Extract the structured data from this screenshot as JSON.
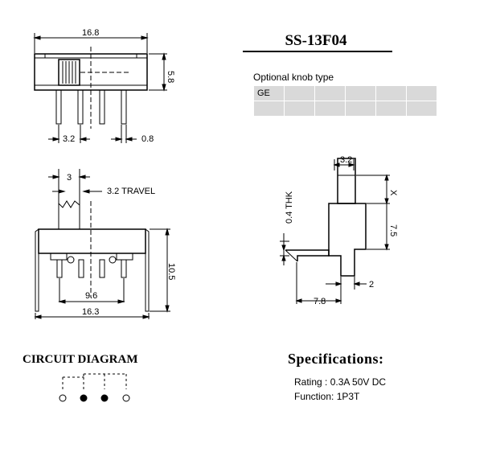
{
  "model": "SS-13F04",
  "knob": {
    "label": "Optional knob type",
    "cells": [
      "GE",
      "",
      "",
      "",
      "",
      ""
    ]
  },
  "top_view": {
    "width_dim": "16.8",
    "height_dim": "5.8",
    "pitch_dim": "3.2",
    "pin_width_dim": "0.8"
  },
  "front_view": {
    "knob_width_dim": "3",
    "travel_dim": "3.2 TRAVEL",
    "height_dim": "10.5",
    "inner_span_dim": "9.6",
    "overall_dim": "16.3"
  },
  "side_view": {
    "knob_dim": "3.2",
    "x_dim": "X",
    "body_dim": "7.5",
    "thickness_dim": "0.4 THK",
    "base_dim": "7.8",
    "pin_dim": "2"
  },
  "circuit": {
    "title": "CIRCUIT DIAGRAM"
  },
  "specs": {
    "title": "Specifications:",
    "rating": "Rating : 0.3A  50V DC",
    "function": "Function: 1P3T"
  }
}
